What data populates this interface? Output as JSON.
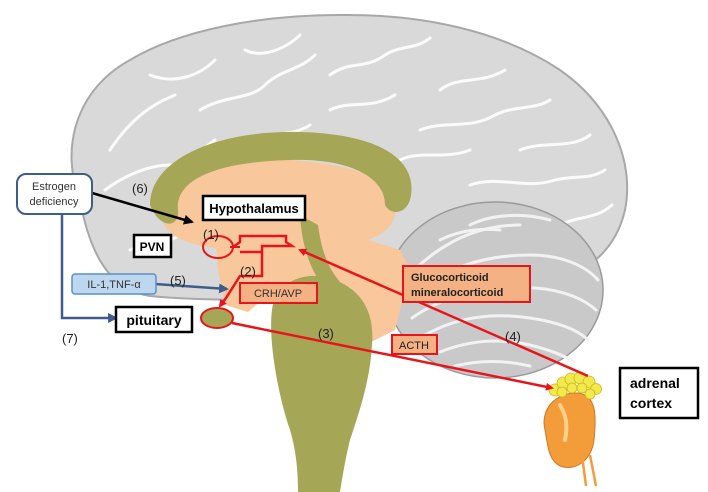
{
  "diagram": {
    "nodes": {
      "estrogen": {
        "line1": "Estrogen",
        "line2": "deficiency"
      },
      "hypothalamus": "Hypothalamus",
      "pvn": "PVN",
      "pituitary": "pituitary",
      "il1": "IL-1,TNF-α",
      "crh": "CRH/AVP",
      "gluco": {
        "line1": "Glucocorticoid",
        "line2": "mineralocorticoid"
      },
      "acth": "ACTH",
      "adrenal": {
        "line1": "adrenal",
        "line2": "cortex"
      }
    },
    "steps": [
      "(1)",
      "(2)",
      "(3)",
      "(4)",
      "(5)",
      "(6)",
      "(7)"
    ]
  },
  "colors": {
    "arrow_red": "#e8141b",
    "arrow_black": "#000000",
    "arrow_blue": "#3d5d8c",
    "brain_gray": "#d9d9d9",
    "brain_outline": "#b0b0b0",
    "olive": "#a6a657",
    "peach": "#f9c79c",
    "label_fill_peach": "#f4b183",
    "il1_fill": "#bdd7ee"
  }
}
